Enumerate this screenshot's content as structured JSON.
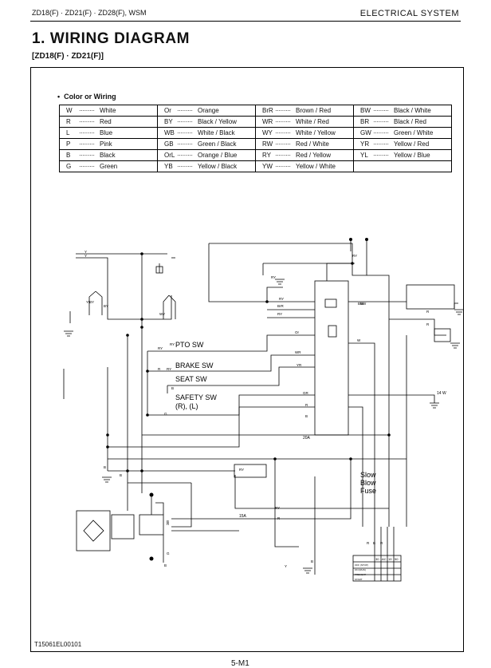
{
  "header": {
    "models": "ZD18(F) · ZD21(F) · ZD28(F), WSM",
    "section": "ELECTRICAL SYSTEM"
  },
  "title": "1.  WIRING  DIAGRAM",
  "subtitle": "[ZD18(F) · ZD21(F)]",
  "legend": {
    "title": "Color or Wiring",
    "dots": "·········",
    "rows": [
      [
        {
          "code": "W",
          "color": "White"
        },
        {
          "code": "Or",
          "color": "Orange"
        },
        {
          "code": "BrR",
          "color": "Brown / Red"
        },
        {
          "code": "BW",
          "color": "Black / White"
        }
      ],
      [
        {
          "code": "R",
          "color": "Red"
        },
        {
          "code": "BY",
          "color": "Black / Yellow"
        },
        {
          "code": "WR",
          "color": "White / Red"
        },
        {
          "code": "BR",
          "color": "Black / Red"
        }
      ],
      [
        {
          "code": "L",
          "color": "Blue"
        },
        {
          "code": "WB",
          "color": "White / Black"
        },
        {
          "code": "WY",
          "color": "White / Yellow"
        },
        {
          "code": "GW",
          "color": "Green / White"
        }
      ],
      [
        {
          "code": "P",
          "color": "Pink"
        },
        {
          "code": "GB",
          "color": "Green / Black"
        },
        {
          "code": "RW",
          "color": "Red / White"
        },
        {
          "code": "YR",
          "color": "Yellow / Red"
        }
      ],
      [
        {
          "code": "B",
          "color": "Black"
        },
        {
          "code": "OrL",
          "color": "Orange / Blue"
        },
        {
          "code": "RY",
          "color": "Red / Yellow"
        },
        {
          "code": "YL",
          "color": "Yellow / Blue"
        }
      ],
      [
        {
          "code": "G",
          "color": "Green"
        },
        {
          "code": "YB",
          "color": "Yellow / Black"
        },
        {
          "code": "YW",
          "color": "Yellow / White"
        },
        {
          "code": "",
          "color": ""
        }
      ]
    ]
  },
  "diagram": {
    "switches": {
      "pto": "PTO SW",
      "brake": "BRAKE SW",
      "seat": "SEAT SW",
      "safety": "SAFETY SW",
      "safety_sub": "(R), (L)"
    },
    "slow_blow": [
      "Slow",
      "Blow",
      "Fuse"
    ],
    "fuse_20a": "20A",
    "fuse_15a": "15A",
    "fuse_14w": "14 W",
    "wire_labels": [
      "RY",
      "BrR",
      "RY",
      "BW",
      "Or",
      "WR",
      "YR",
      "GR",
      "R",
      "B",
      "W",
      "RY",
      "R",
      "B",
      "G",
      "B",
      "B",
      "RY",
      "RY",
      "RY",
      "Y",
      "Y",
      "YL",
      "WY",
      "BY",
      "BY",
      "B",
      "R",
      "G",
      "B",
      "Y",
      "R",
      "B",
      "R",
      "R",
      "B",
      "R",
      "BW",
      "R",
      "RY",
      "RY",
      "RY"
    ],
    "key_table": {
      "cols": [
        "30",
        "AC",
        "19",
        "50"
      ],
      "rows": [
        "OFF (STOP)",
        "ON (RUN)",
        "PREHEAT",
        "START"
      ]
    }
  },
  "footer": {
    "code": "T15061EL00101",
    "page": "5-M1"
  }
}
